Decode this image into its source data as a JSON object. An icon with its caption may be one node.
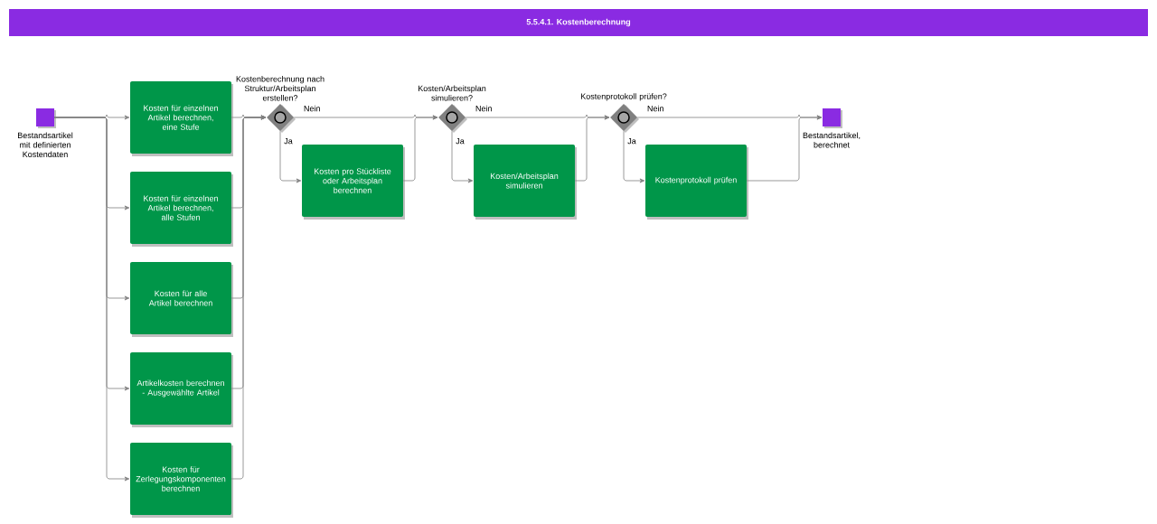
{
  "diagram": {
    "title": "5.5.4.1. Kostenberechnung",
    "nodes": [
      {
        "text": [
          "Bestandsartikel mit definierten Kostendaten"
        ]
      },
      {
        "text": [
          "Kosten für einzelnen Artikel berechnen, eine Stufe"
        ]
      },
      {
        "text": [
          "Kosten für einzelnen Artikel berechnen, alle Stufen"
        ]
      },
      {
        "text": [
          "Kosten für alle Artikel berechnen"
        ]
      },
      {
        "text": [
          "Artikelkosten berechnen - Ausgewählte Artikel"
        ]
      },
      {
        "text": [
          "Kosten für Zerlegungskomponenten berechnen"
        ]
      },
      {
        "text": [
          "Kostenberechnung nach Struktur/Arbeitsplan erstellen?"
        ]
      },
      {
        "text": [
          "Kosten pro Stückliste oder Arbeitsplan berechnen"
        ]
      },
      {
        "text": [
          "Kosten/Arbeitsplan simulieren?"
        ]
      },
      {
        "text": [
          "Kosten/Arbeitsplan simulieren"
        ]
      },
      {
        "text": [
          "Kostenprotokoll prüfen?"
        ]
      },
      {
        "text": [
          "Kostenprotokoll prüfen"
        ]
      },
      {
        "text": [
          "Bestandsartikel, berechnet"
        ]
      }
    ],
    "edges": [
      {
        "from": 0,
        "to": 1,
        "arrow": "to"
      },
      {
        "from": 0,
        "to": 2,
        "arrow": "to"
      },
      {
        "from": 0,
        "to": 3,
        "arrow": "to"
      },
      {
        "from": 0,
        "to": 4,
        "arrow": "to"
      },
      {
        "from": 0,
        "to": 5,
        "arrow": "to"
      },
      {
        "from": 1,
        "to": 6,
        "arrow": "to"
      },
      {
        "from": 2,
        "to": 6,
        "arrow": "to"
      },
      {
        "from": 3,
        "to": 6,
        "arrow": "to"
      },
      {
        "from": 4,
        "to": 6,
        "arrow": "to"
      },
      {
        "from": 5,
        "to": 6,
        "arrow": "to"
      },
      {
        "from": 6,
        "to": 7,
        "arrow": "to",
        "label": "Ja"
      },
      {
        "from": 6,
        "to": 8,
        "arrow": "to",
        "label": "Nein"
      },
      {
        "from": 7,
        "to": 8,
        "arrow": "to"
      },
      {
        "from": 8,
        "to": 9,
        "arrow": "to",
        "label": "Ja"
      },
      {
        "from": 8,
        "to": 10,
        "arrow": "to",
        "label": "Nein"
      },
      {
        "from": 9,
        "to": 10,
        "arrow": "to"
      },
      {
        "from": 10,
        "to": 11,
        "arrow": "to",
        "label": "Ja"
      },
      {
        "from": 10,
        "to": 12,
        "arrow": "to",
        "label": "Nein"
      },
      {
        "from": 11,
        "to": 12,
        "arrow": "to"
      }
    ]
  }
}
